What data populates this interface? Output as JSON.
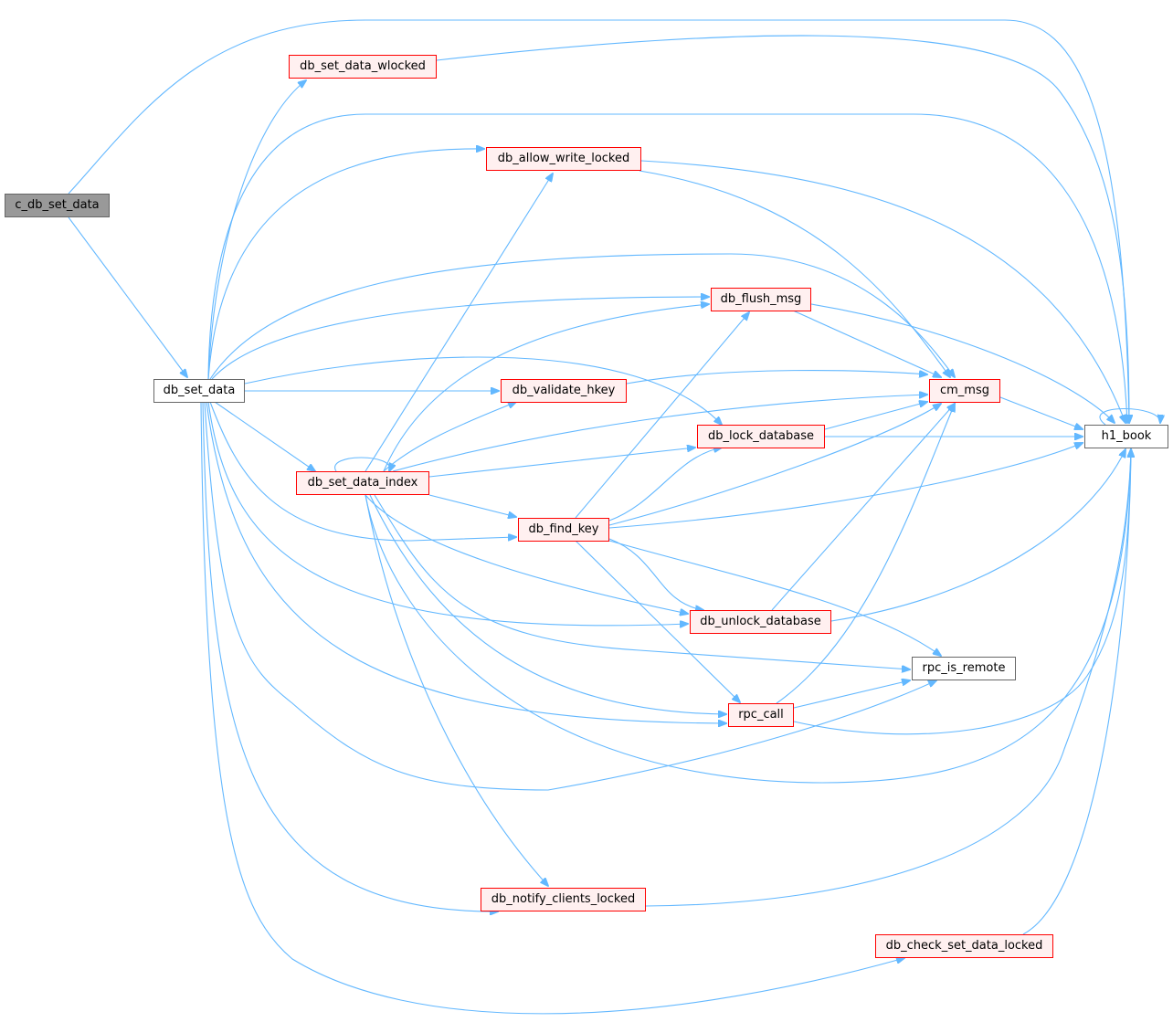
{
  "nodes": {
    "c_db_set_data": "c_db_set_data",
    "db_set_data": "db_set_data",
    "db_set_data_wlocked": "db_set_data_wlocked",
    "db_allow_write_locked": "db_allow_write_locked",
    "db_flush_msg": "db_flush_msg",
    "db_validate_hkey": "db_validate_hkey",
    "cm_msg": "cm_msg",
    "db_lock_database": "db_lock_database",
    "h1_book": "h1_book",
    "db_set_data_index": "db_set_data_index",
    "db_find_key": "db_find_key",
    "db_unlock_database": "db_unlock_database",
    "rpc_is_remote": "rpc_is_remote",
    "rpc_call": "rpc_call",
    "db_notify_clients_locked": "db_notify_clients_locked",
    "db_check_set_data_locked": "db_check_set_data_locked"
  },
  "colors": {
    "edge": "#63b8ff",
    "truncated_border": "#ff0000",
    "truncated_fill": "#fff0f0",
    "root_fill": "#999999"
  }
}
